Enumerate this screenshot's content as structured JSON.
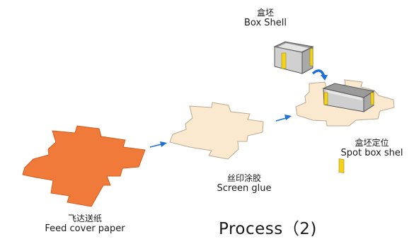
{
  "steps": [
    {
      "cn": "飞达送纸",
      "en": "Feed cover paper"
    },
    {
      "cn": "丝印涂胶",
      "en": "Screen glue"
    },
    {
      "cn": "盒坯定位",
      "en": "Spot box shel"
    }
  ],
  "box_shell": {
    "cn": "盒坯",
    "en": "Box Shell"
  },
  "title": "Process（2)",
  "colors": {
    "cover_paper": "#f07a3a",
    "glued_paper": "#fbe9cf",
    "arrow": "#1f6fd6",
    "box_grey": "#b9b9b9",
    "box_yellow": "#f2d21b"
  }
}
